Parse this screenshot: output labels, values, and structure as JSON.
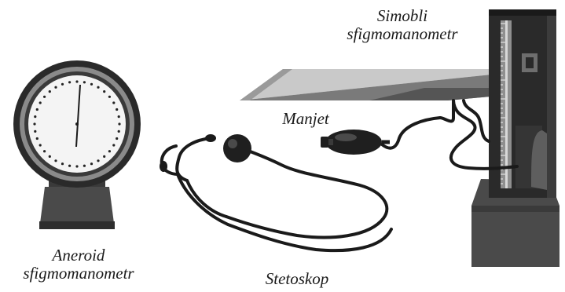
{
  "labels": {
    "simobli_line1": "Simobli",
    "simobli_line2": "sfigmomanometr",
    "manjet": "Manjet",
    "aneroid_line1": "Aneroid",
    "aneroid_line2": "sfigmomanometr",
    "stetoskop": "Stetoskop"
  },
  "colors": {
    "ink": "#1a1a1a",
    "dark_body": "#2a2a2a",
    "mid_gray": "#6f6f6f",
    "light_face": "#f4f4f4",
    "background": "#ffffff"
  }
}
